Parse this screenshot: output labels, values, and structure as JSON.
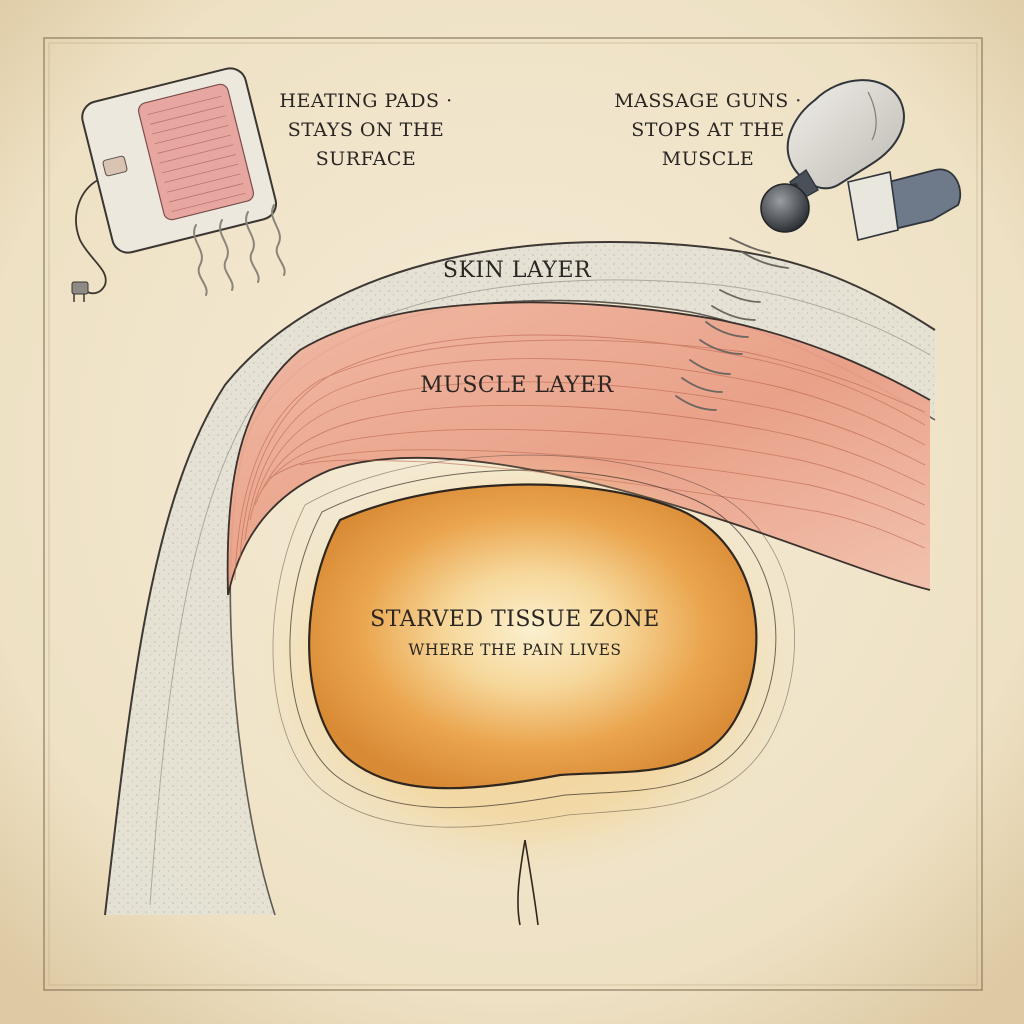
{
  "devices": {
    "heating_pad": {
      "label": "HEATING PADS ·\nSTAYS ON THE\nSURFACE",
      "icon": "heating-pad-icon"
    },
    "massage_gun": {
      "label": "MASSAGE GUNS ·\nSTOPS AT THE\nMUSCLE",
      "icon": "massage-gun-icon"
    }
  },
  "layers": {
    "skin": "SKIN LAYER",
    "muscle": "MUSCLE LAYER"
  },
  "zone": {
    "title": "STARVED TISSUE ZONE",
    "subtitle": "WHERE THE PAIN LIVES"
  },
  "colors": {
    "paper": "#f1e6cd",
    "skin": "#e2dfd3",
    "muscle": "#eba38c",
    "tissue_zone": "#e9a04e",
    "ink": "#2a2522"
  }
}
